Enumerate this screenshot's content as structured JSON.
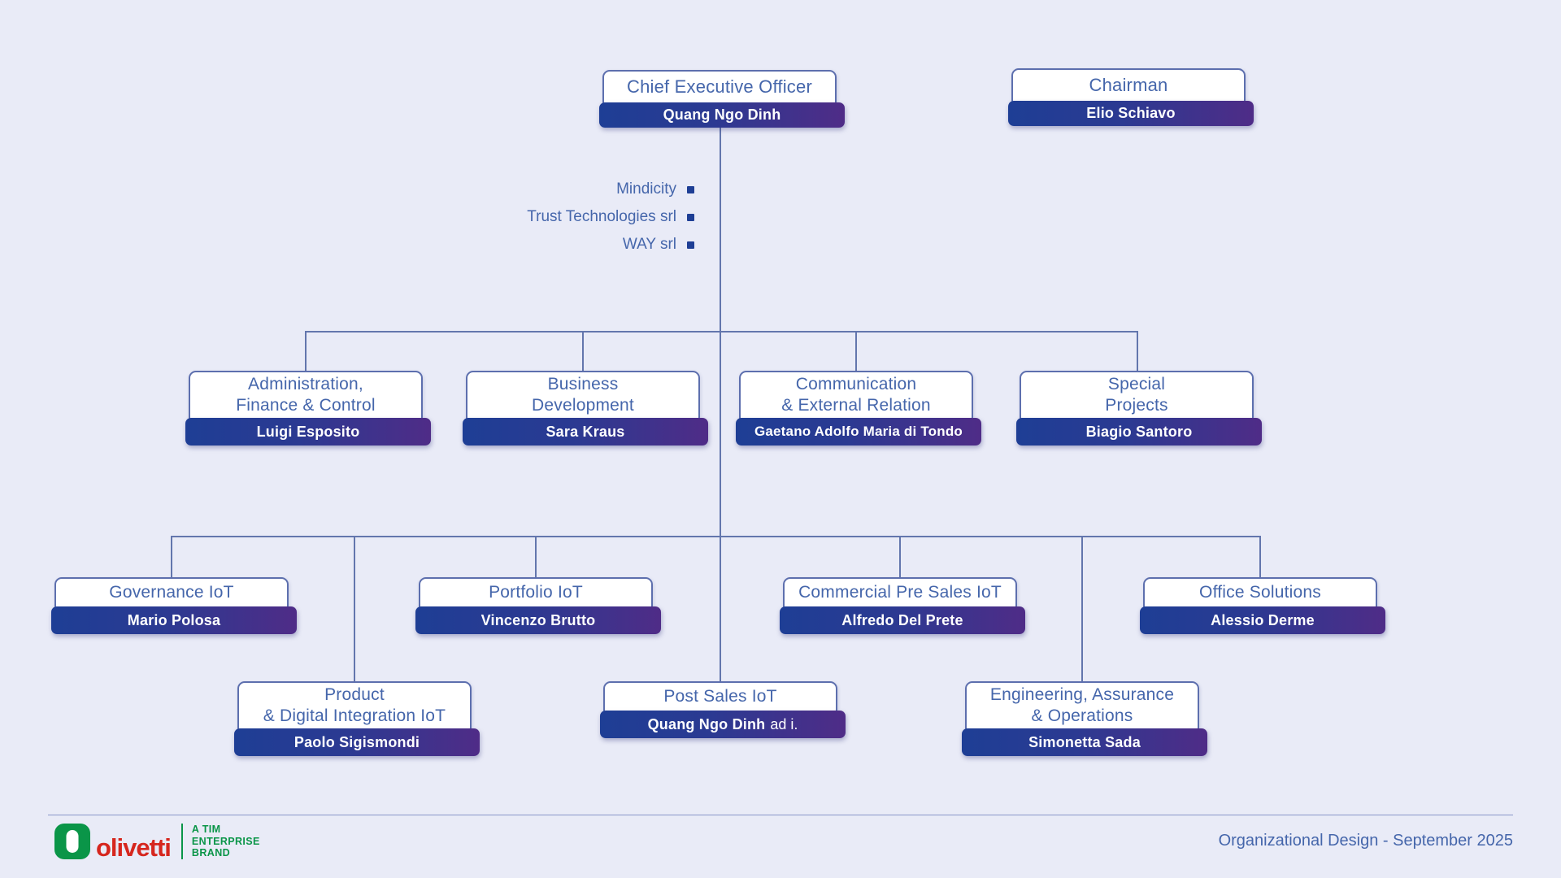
{
  "canvas": {
    "background": "#e9ebf7"
  },
  "colors": {
    "band_gradient_start": "#1e3e95",
    "band_gradient_end": "#4f2c87",
    "title_text": "#4566ab",
    "connector": "#6376ad",
    "box_border": "#5d6fae",
    "bullet": "#1e3e95",
    "logo_green": "#0a9548",
    "logo_red": "#d6261e"
  },
  "executives": {
    "ceo": {
      "title": "Chief Executive Officer",
      "name": "Quang Ngo Dinh"
    },
    "chairman": {
      "title": "Chairman",
      "name": "Elio Schiavo"
    }
  },
  "subsidiaries": [
    {
      "label": "Mindicity"
    },
    {
      "label": "Trust Technologies srl"
    },
    {
      "label": "WAY srl"
    }
  ],
  "level2": [
    {
      "title_lines": [
        "Administration,",
        "Finance & Control"
      ],
      "name": "Luigi Esposito"
    },
    {
      "title_lines": [
        "Business",
        "Development"
      ],
      "name": "Sara Kraus"
    },
    {
      "title_lines": [
        "Communication",
        "& External Relation"
      ],
      "name": "Gaetano Adolfo Maria di Tondo"
    },
    {
      "title_lines": [
        "Special",
        "Projects"
      ],
      "name": "Biagio Santoro"
    }
  ],
  "level3": [
    {
      "title": "Governance IoT",
      "name": "Mario Polosa"
    },
    {
      "title": "Portfolio IoT",
      "name": "Vincenzo Brutto"
    },
    {
      "title": "Commercial Pre Sales IoT",
      "name": "Alfredo Del Prete"
    },
    {
      "title": "Office Solutions",
      "name": "Alessio Derme"
    }
  ],
  "level4": [
    {
      "title_lines": [
        "Product",
        "& Digital Integration IoT"
      ],
      "name": "Paolo Sigismondi"
    },
    {
      "title": "Post Sales IoT",
      "name": "Quang Ngo Dinh",
      "name_suffix": "ad i."
    },
    {
      "title_lines": [
        "Engineering, Assurance",
        "& Operations"
      ],
      "name": "Simonetta Sada"
    }
  ],
  "footer": {
    "brand_word": "olivetti",
    "tagline_lines": [
      "A TIM",
      "ENTERPRISE",
      "BRAND"
    ],
    "note": "Organizational Design - September 2025"
  }
}
